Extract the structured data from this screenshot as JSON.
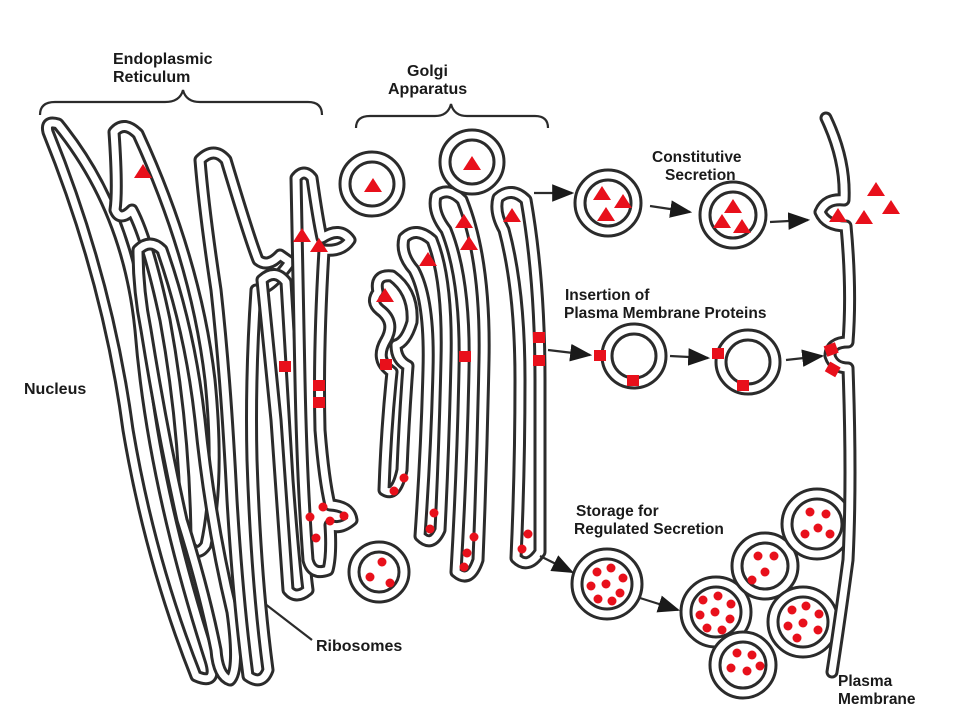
{
  "labels": {
    "er_line1": "Endoplasmic",
    "er_line2": "Reticulum",
    "golgi_line1": "Golgi",
    "golgi_line2": "Apparatus",
    "constitutive_line1": "Constitutive",
    "constitutive_line2": "Secretion",
    "insertion_line1": "Insertion of",
    "insertion_line2": "Plasma Membrane Proteins",
    "storage_line1": "Storage for",
    "storage_line2": "Regulated Secretion",
    "nucleus": "Nucleus",
    "ribosomes": "Ribosomes",
    "plasma_line1": "Plasma",
    "plasma_line2": "Membrane"
  },
  "colors": {
    "membrane": "#2b2b2b",
    "cargo": "#e8101b",
    "background": "#ffffff"
  },
  "cargo_types": [
    "secretory-protein-triangle",
    "membrane-protein-square",
    "regulated-granule-dot"
  ]
}
